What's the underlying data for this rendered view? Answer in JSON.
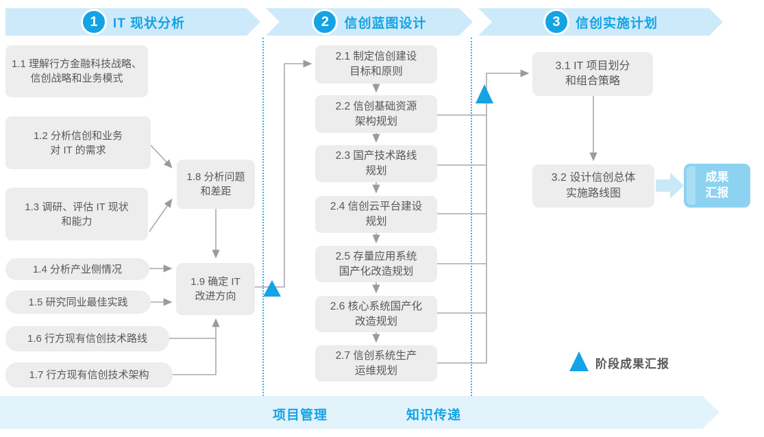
{
  "colors": {
    "accent_blue": "#14a3e4",
    "banner_bg": "#cdeafa",
    "bottom_banner_bg": "#e3f3fc",
    "box_bg": "#ededed",
    "box_text": "#595757",
    "connector_gray": "#a9a9a9",
    "dotted_line_blue": "#35aee4",
    "report_box_bg": "#8dd2f0",
    "thick_arrow_blue": "#c9e9f8"
  },
  "phases": [
    {
      "number": "1",
      "title": "IT 现状分析"
    },
    {
      "number": "2",
      "title": "信创蓝图设计"
    },
    {
      "number": "3",
      "title": "信创实施计划"
    }
  ],
  "boxes": {
    "b11": {
      "label": "1.1 理解行方金融科技战略、\n信创战略和业务模式"
    },
    "b12": {
      "label": "1.2 分析信创和业务\n对 IT 的需求"
    },
    "b13": {
      "label": "1.3 调研、评估 IT 现状\n和能力"
    },
    "b14": {
      "label": "1.4 分析产业侧情况"
    },
    "b15": {
      "label": "1.5 研究同业最佳实践"
    },
    "b16": {
      "label": "1.6 行方现有信创技术路线"
    },
    "b17": {
      "label": "1.7 行方现有信创技术架构"
    },
    "b18": {
      "label": "1.8 分析问题\n和差距"
    },
    "b19": {
      "label": "1.9 确定 IT\n改进方向"
    },
    "b21": {
      "label": "2.1 制定信创建设\n目标和原则"
    },
    "b22": {
      "label": "2.2 信创基础资源\n架构规划"
    },
    "b23": {
      "label": "2.3 国产技术路线\n规划"
    },
    "b24": {
      "label": "2.4 信创云平台建设\n规划"
    },
    "b25": {
      "label": "2.5 存量应用系统\n国产化改造规划"
    },
    "b26": {
      "label": "2.6 核心系统国产化\n改造规划"
    },
    "b27": {
      "label": "2.7 信创系统生产\n运维规划"
    },
    "b31": {
      "label": "3.1 IT 项目划分\n和组合策略"
    },
    "b32": {
      "label": "3.2 设计信创总体\n实施路线图"
    }
  },
  "report_box": {
    "label": "成果\n汇报"
  },
  "legend": {
    "label": "阶段成果汇报"
  },
  "bottom_banner": {
    "items": [
      "项目管理",
      "知识传递"
    ]
  }
}
